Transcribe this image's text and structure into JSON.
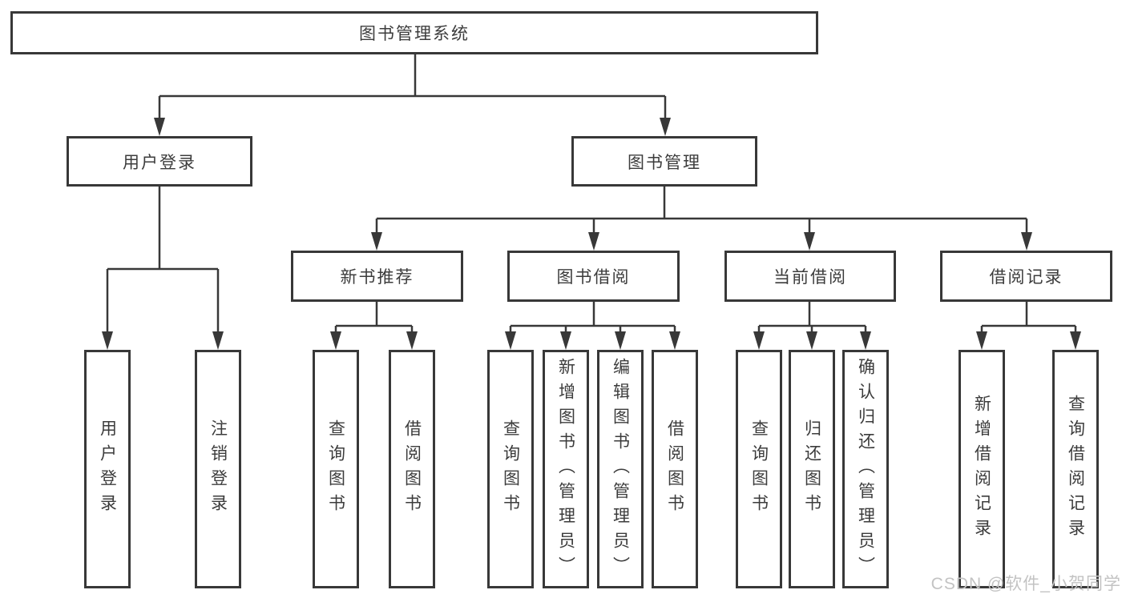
{
  "diagram_type": "hierarchy-tree",
  "colors": {
    "line": "#383838",
    "box_border": "#383838",
    "box_background": "#ffffff",
    "text": "#3c3c3c",
    "watermark": "#c3c3c3"
  },
  "root": {
    "label": "图书管理系统"
  },
  "level2": {
    "user_login": {
      "label": "用户登录"
    },
    "book_management": {
      "label": "图书管理"
    }
  },
  "level3": {
    "new_books": {
      "label": "新书推荐"
    },
    "book_borrow": {
      "label": "图书借阅"
    },
    "current_borrow": {
      "label": "当前借阅"
    },
    "borrow_records": {
      "label": "借阅记录"
    }
  },
  "leaves": {
    "user_login": [
      "用户登录",
      "注销登录"
    ],
    "new_books": [
      "查询图书",
      "借阅图书"
    ],
    "book_borrow": [
      "查询图书",
      "新增图书（管理员）",
      "编辑图书（管理员）",
      "借阅图书"
    ],
    "current_borrow": [
      "查询图书",
      "归还图书",
      "确认归还（管理员）"
    ],
    "borrow_records": [
      "新增借阅记录",
      "查询借阅记录"
    ]
  },
  "watermark": "CSDN @软件_小贺同学"
}
